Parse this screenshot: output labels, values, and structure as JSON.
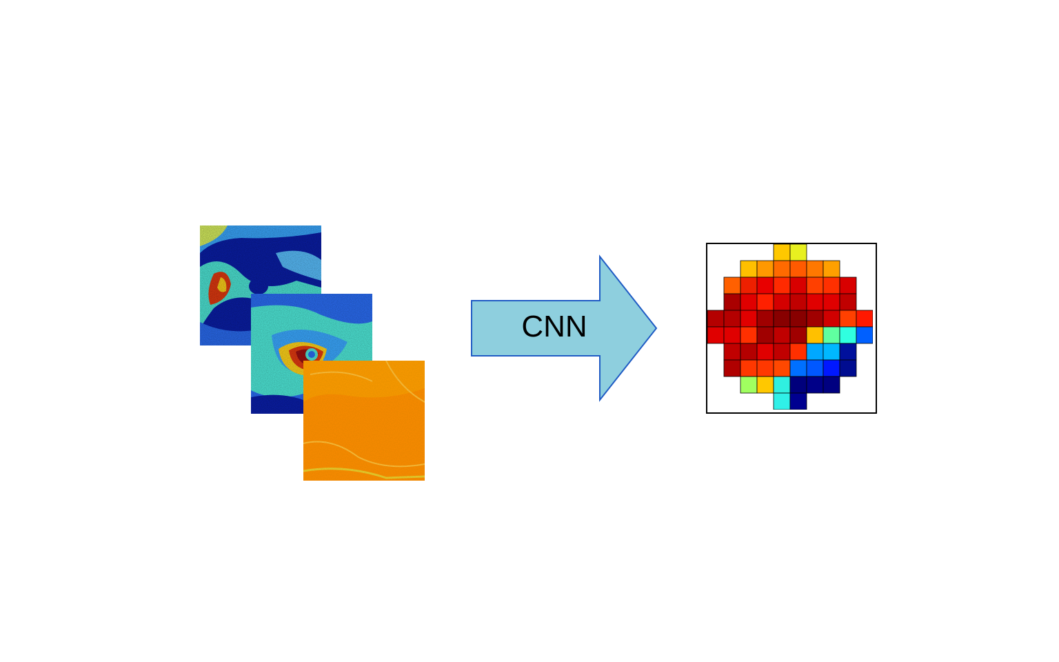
{
  "arrow": {
    "label": "CNN",
    "fill": "#8ecfde",
    "stroke": "#1f5bc4"
  },
  "input_maps": [
    {
      "name": "map-1",
      "dominant_colors": [
        "#0a1ea8",
        "#3aa8ff",
        "#4ee8d8",
        "#e23a10"
      ]
    },
    {
      "name": "map-2",
      "dominant_colors": [
        "#2a6cf2",
        "#4ee8d8",
        "#e23a10",
        "#9a1010"
      ]
    },
    {
      "name": "map-3",
      "dominant_colors": [
        "#ff8a00",
        "#ffb000",
        "#e8d030"
      ]
    }
  ],
  "output_grid": {
    "rows": 10,
    "cols": 10,
    "colors": [
      [
        null,
        null,
        null,
        null,
        "#ffc800",
        "#e8f020",
        null,
        null,
        null,
        null
      ],
      [
        null,
        null,
        "#ffc000",
        "#ff9800",
        "#ff6a00",
        "#ff5a00",
        "#ff7800",
        "#ffa000",
        null,
        null
      ],
      [
        null,
        "#ff6000",
        "#ee2000",
        "#e80000",
        "#ff2a00",
        "#d80000",
        "#ff4000",
        "#ff3000",
        "#d80000",
        null
      ],
      [
        null,
        "#aa0000",
        "#e00000",
        "#ff2000",
        "#d40000",
        "#c00000",
        "#e00000",
        "#e00000",
        "#c00000",
        null
      ],
      [
        "#b40000",
        "#b40000",
        "#e00000",
        "#a00000",
        "#880000",
        "#880000",
        "#a00000",
        "#d00000",
        "#ff4000",
        "#ff1800"
      ],
      [
        "#e00000",
        "#e00000",
        "#ff3000",
        "#a00000",
        "#c00000",
        "#a00000",
        "#ffc000",
        "#60ffa0",
        "#30ffe0",
        "#0060ff"
      ],
      [
        null,
        "#c00000",
        "#b40000",
        "#e00000",
        "#c00000",
        "#ff3000",
        "#00a8ff",
        "#00b8ff",
        "#00109c",
        null
      ],
      [
        null,
        "#b00000",
        "#ff3800",
        "#ff3800",
        "#ff4800",
        "#0070ff",
        "#0058ff",
        "#0018ff",
        "#000c90",
        null
      ],
      [
        null,
        null,
        "#a0ff60",
        "#ffc800",
        "#30f0e0",
        "#00007c",
        "#000088",
        "#000080",
        null,
        null
      ],
      [
        null,
        null,
        null,
        null,
        "#30f0e8",
        "#000090",
        null,
        null,
        null,
        null
      ]
    ]
  }
}
